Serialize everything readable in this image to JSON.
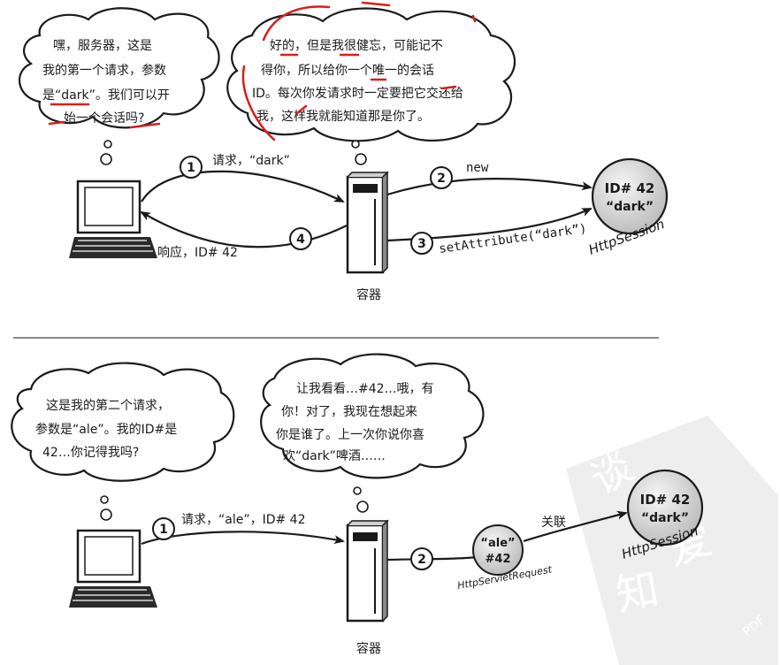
{
  "top": {
    "client_thought": [
      "嘿，服务器，这是",
      "我的第一个请求，参数",
      "是“dark”。我们可以开",
      "始一个会话吗?"
    ],
    "server_thought": [
      "好的，但是我很健忘，可能记不",
      "得你，所以给你一个唯一的会话",
      "ID。每次你发请求时一定要把它交还给",
      "我，这样我就能知道那是你了。"
    ],
    "step1_num": "1",
    "step1_label": "请求，“dark”",
    "step2_num": "2",
    "step2_label": "new",
    "step3_num": "3",
    "step3_label": "setAttribute(“dark”)",
    "step4_num": "4",
    "step4_label": "响应，ID# 42",
    "container_label": "容器",
    "session_id": "ID# 42",
    "session_value": "“dark”",
    "session_caption": "HttpSession"
  },
  "bottom": {
    "client_thought": [
      "这是我的第二个请求，",
      "参数是“ale”。我的ID#是",
      "42…你记得我吗?"
    ],
    "server_thought": [
      "让我看看…#42…哦，有",
      "你！对了，我现在想起来",
      "你是谁了。上一次你说你喜",
      "欢“dark”啤酒……"
    ],
    "step1_num": "1",
    "step1_label": "请求，“ale”，ID# 42",
    "step2_num": "2",
    "request_value": "“ale”",
    "request_id": "#42",
    "request_caption": "HttpServletRequest",
    "link_label": "关联",
    "container_label": "容器",
    "session_id": "ID# 42",
    "session_value": "“dark”",
    "session_caption": "HttpSession"
  },
  "colors": {
    "ink": "#1a1a1a",
    "annotation_red": "#d81e1e",
    "sphere": "#e4e4e4",
    "watermark": "#ececec"
  }
}
